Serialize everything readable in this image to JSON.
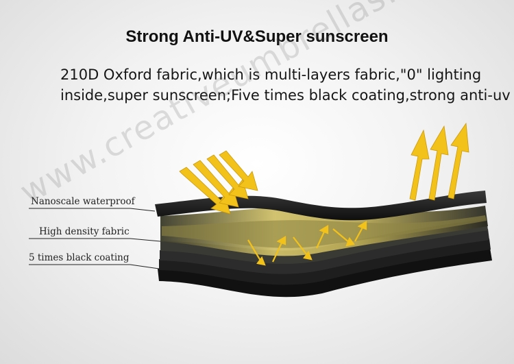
{
  "title": "Strong Anti-UV&Super sunscreen",
  "description_line1": "210D Oxford fabric,which is multi-layers fabric,\"0\" lighting",
  "description_line2": "inside,super sunscreen;Five times black coating,strong anti-uv",
  "labels": {
    "layer1": "Nanoscale waterproof",
    "layer2": "High density fabric",
    "layer3": "5 times black coating"
  },
  "watermark": "www.creativeumbrellas.com",
  "colors": {
    "arrow": "#f3c21a",
    "fabric_dark": "#1c1c1c",
    "fabric_glow": "#cfc068",
    "text": "#151515"
  }
}
